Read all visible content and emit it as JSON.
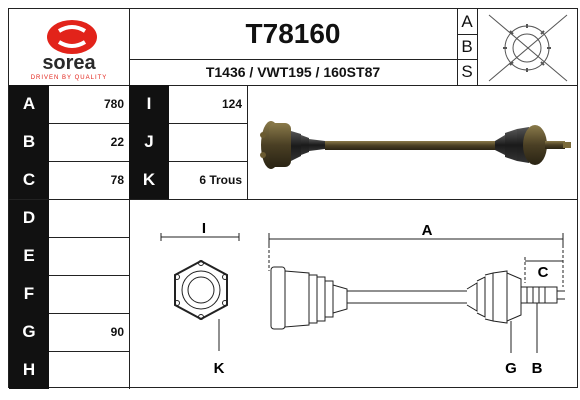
{
  "header": {
    "brand": "sorea",
    "tagline": "DRIVEN BY QUALITY",
    "part_number": "T78160",
    "cross_refs": "T1436 / VWT195 / 160ST87",
    "abs_letters": [
      "A",
      "B",
      "S"
    ]
  },
  "dims_left": [
    {
      "label": "A",
      "value": "780"
    },
    {
      "label": "B",
      "value": "22"
    },
    {
      "label": "C",
      "value": "78"
    },
    {
      "label": "D",
      "value": ""
    },
    {
      "label": "E",
      "value": ""
    },
    {
      "label": "F",
      "value": ""
    },
    {
      "label": "G",
      "value": "90"
    },
    {
      "label": "H",
      "value": ""
    }
  ],
  "dims_mid": [
    {
      "label": "I",
      "value": "124"
    },
    {
      "label": "J",
      "value": ""
    },
    {
      "label": "K",
      "value": "6 Trous"
    }
  ],
  "diagram_labels": {
    "I": "I",
    "A": "A",
    "C": "C",
    "K": "K",
    "G": "G",
    "B": "B"
  },
  "colors": {
    "brand_red": "#e2231a",
    "header_bg": "#ffffff",
    "letter_bg": "#111111"
  }
}
